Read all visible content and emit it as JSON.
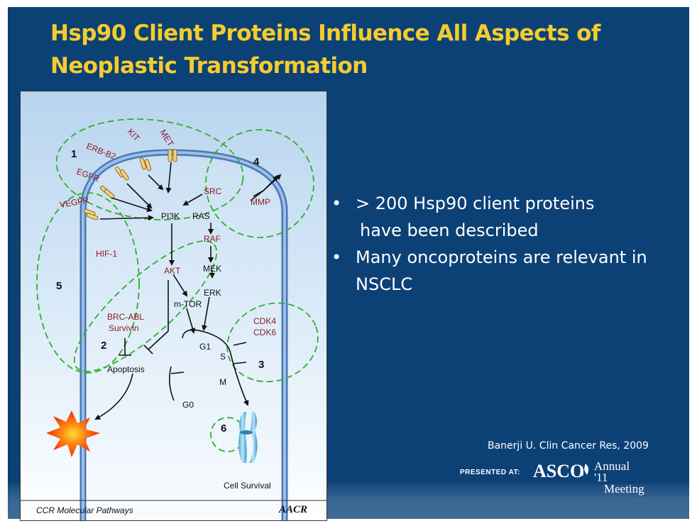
{
  "slide": {
    "title": "Hsp90 Client Proteins Influence All Aspects of Neoplastic Transformation",
    "bullets": [
      {
        "line1": "> 200 Hsp90 client proteins",
        "line2": "have been described"
      },
      {
        "line1": "Many oncoproteins are relevant in",
        "line2": "NSCLC"
      }
    ],
    "citation": "Banerji U. Clin Cancer Res, 2009",
    "presented_at": "PRESENTED AT:",
    "asco": "ASCO",
    "annual": "Annual",
    "year": "'11",
    "meeting": "Meeting",
    "colors": {
      "background": "#0c4176",
      "title": "#f5cc2d",
      "text": "#ffffff"
    }
  },
  "figure": {
    "caption": "CCR Molecular Pathways",
    "logo_text": "AACR",
    "group_numbers": [
      "1",
      "2",
      "3",
      "4",
      "5",
      "6"
    ],
    "labels": {
      "receptors": [
        "ERB-B2",
        "KIT",
        "MET",
        "EGFR",
        "VEGFR"
      ],
      "src": "SRC",
      "mmp": "MMP",
      "pi3k": "PI3K",
      "ras": "RAS",
      "raf": "RAF",
      "mek": "MEK",
      "erk": "ERK",
      "hif1": "HIF-1",
      "akt": "AKT",
      "mtor": "m-TOR",
      "brc_abl": "BRC-ABL",
      "survivin": "Survivin",
      "apoptosis": "Apoptosis",
      "cdk4": "CDK4",
      "cdk6": "CDK6",
      "g1": "G1",
      "s": "S",
      "m": "M",
      "g0": "G0",
      "cell_survival": "Cell Survival"
    },
    "colors": {
      "protein_label": "#8a1b2a",
      "dashed_outline": "#2db02d",
      "membrane": "#4a78b8"
    }
  }
}
